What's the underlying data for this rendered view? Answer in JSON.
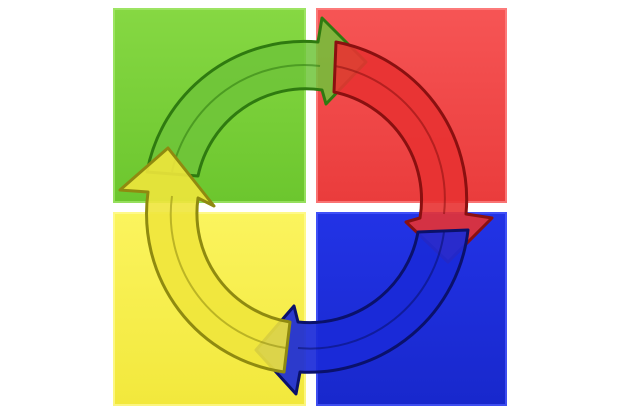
{
  "diagram": {
    "type": "four-quadrant cycle",
    "quadrants": [
      {
        "id": "top-left",
        "color": "#7fd43a"
      },
      {
        "id": "top-right",
        "color": "#f04848"
      },
      {
        "id": "bottom-right",
        "color": "#1f2fe0"
      },
      {
        "id": "bottom-left",
        "color": "#f5ee4a"
      }
    ],
    "arrows": [
      {
        "id": "green",
        "color": "#6fc43a",
        "direction": "clockwise",
        "from": "top-left",
        "to": "top-right"
      },
      {
        "id": "red",
        "color": "#e83232",
        "direction": "clockwise",
        "from": "top-right",
        "to": "bottom-right"
      },
      {
        "id": "blue",
        "color": "#1a2ad8",
        "direction": "clockwise",
        "from": "bottom-right",
        "to": "bottom-left"
      },
      {
        "id": "yellow",
        "color": "#f0e63c",
        "direction": "clockwise",
        "from": "bottom-left",
        "to": "top-left"
      }
    ]
  }
}
